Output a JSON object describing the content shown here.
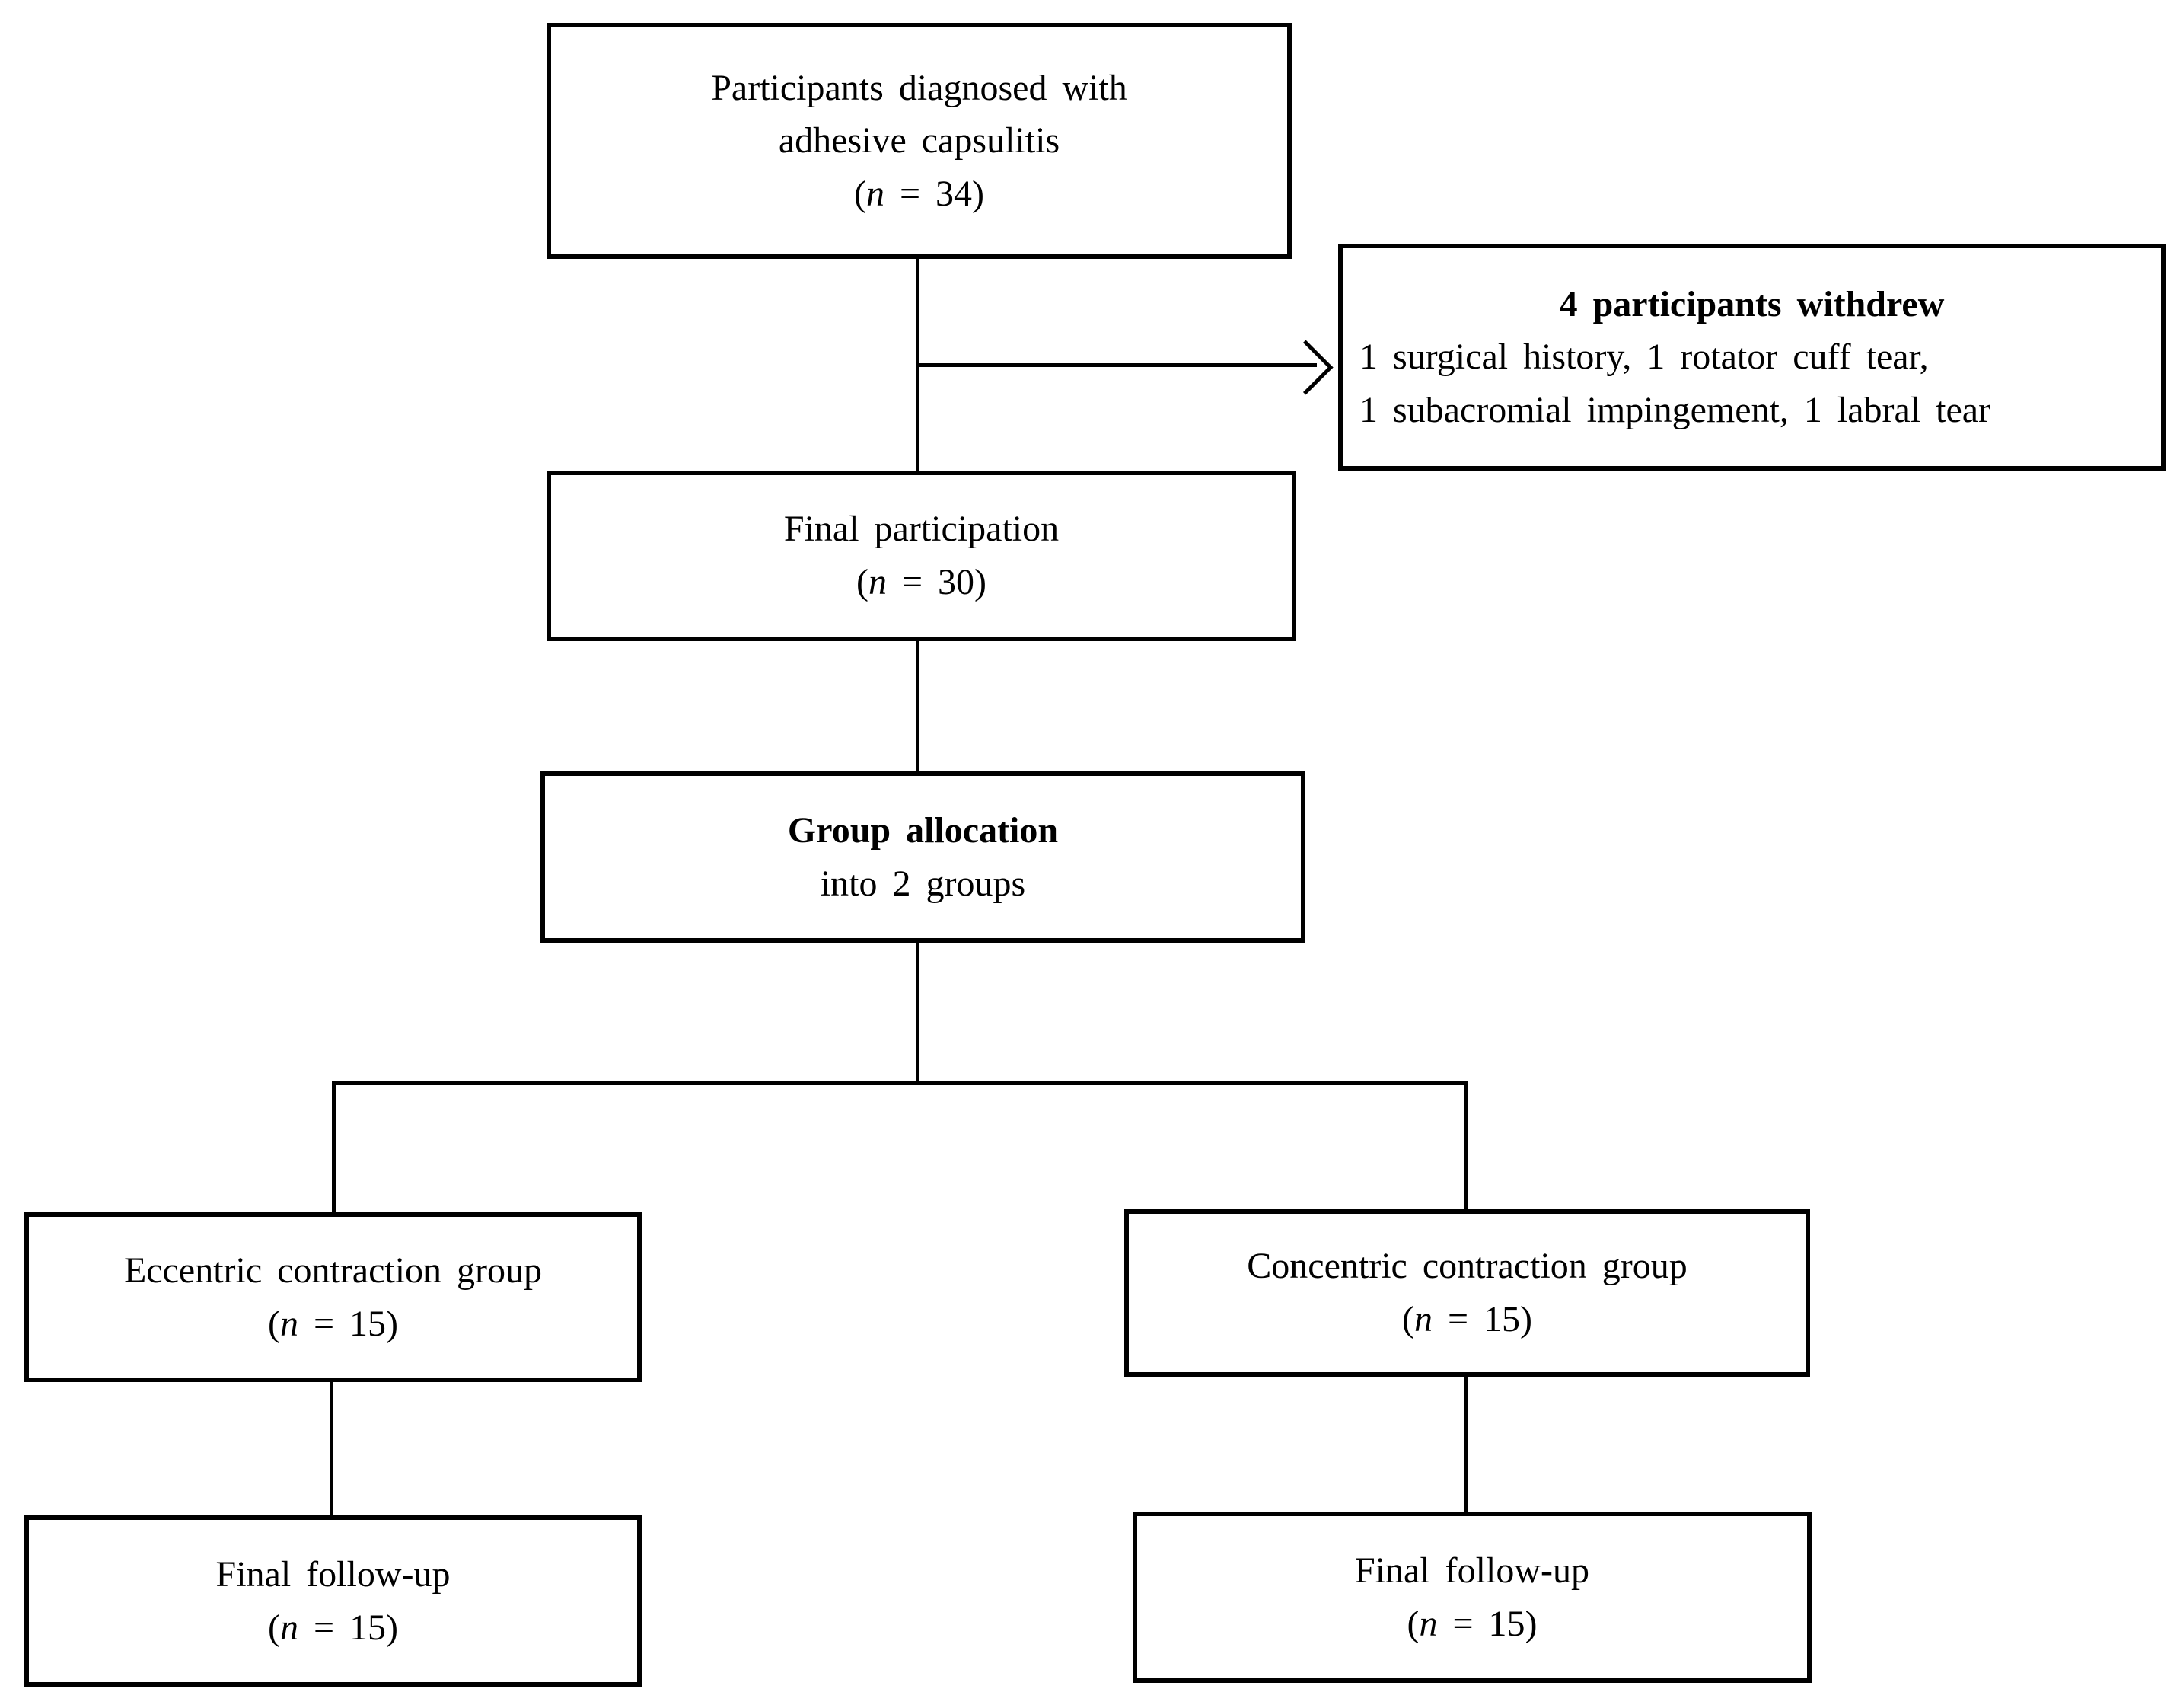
{
  "colors": {
    "border": "#000000",
    "background": "#ffffff",
    "text": "#000000"
  },
  "boxes": {
    "diagnosed": {
      "line1": "Participants diagnosed with",
      "line2": "adhesive capsulitis",
      "n_open": "(",
      "n_symbol": "n",
      "n_rest": " = 34)"
    },
    "withdrew": {
      "title": "4 participants withdrew",
      "detail_line1": "1 surgical history, 1 rotator cuff tear,",
      "detail_line2": "1 subacromial impingement, 1 labral tear"
    },
    "final_participation": {
      "line1": "Final participation",
      "n_open": "(",
      "n_symbol": "n",
      "n_rest": " = 30)"
    },
    "group_allocation": {
      "title": "Group allocation",
      "subtitle": "into 2 groups"
    },
    "eccentric": {
      "line1": "Eccentric contraction group",
      "n_open": "(",
      "n_symbol": "n",
      "n_rest": " = 15)"
    },
    "concentric": {
      "line1": "Concentric contraction group",
      "n_open": "(",
      "n_symbol": "n",
      "n_rest": " = 15)"
    },
    "eccentric_followup": {
      "line1": "Final follow-up",
      "n_open": "(",
      "n_symbol": "n",
      "n_rest": " = 15)"
    },
    "concentric_followup": {
      "line1": "Final follow-up",
      "n_open": "(",
      "n_symbol": "n",
      "n_rest": " = 15)"
    }
  }
}
